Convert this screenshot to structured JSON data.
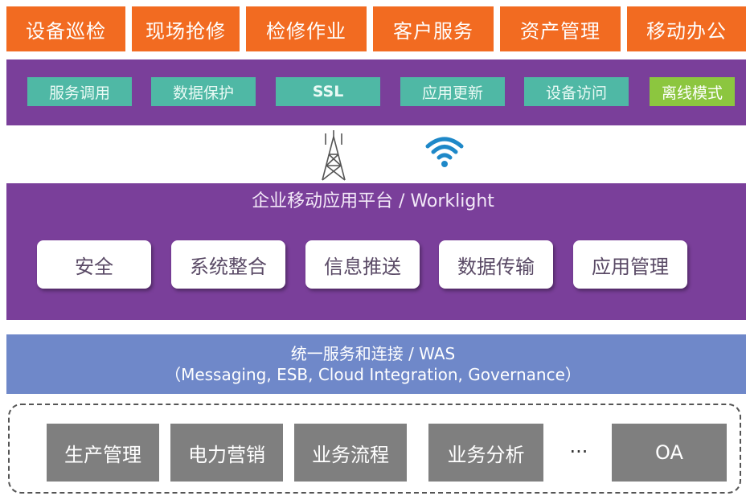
{
  "channels": [
    "设备巡检",
    "现场抢修",
    "检修作业",
    "客户服务",
    "资产管理",
    "移动办公"
  ],
  "features": [
    "服务调用",
    "数据保护",
    "SSL",
    "应用更新",
    "设备访问",
    "离线模式"
  ],
  "platform": {
    "title": "企业移动应用平台 / Worklight",
    "modules": [
      "安全",
      "系统整合",
      "信息推送",
      "数据传输",
      "应用管理"
    ]
  },
  "integration": {
    "title": "统一服务和连接 / WAS",
    "subtitle": "（Messaging, ESB, Cloud Integration, Governance）"
  },
  "backend": {
    "systems": [
      "生产管理",
      "电力营销",
      "业务流程",
      "业务分析",
      "OA"
    ],
    "ellipsis": "···"
  },
  "colors": {
    "channel": "#f26b21",
    "band": "#7a3f9a",
    "feature": "#4fb8a5",
    "feature_highlight": "#8cc63f",
    "was": "#6f88c9",
    "system": "#7f7f7f"
  },
  "icons": [
    "cell-tower-icon",
    "wifi-icon"
  ]
}
